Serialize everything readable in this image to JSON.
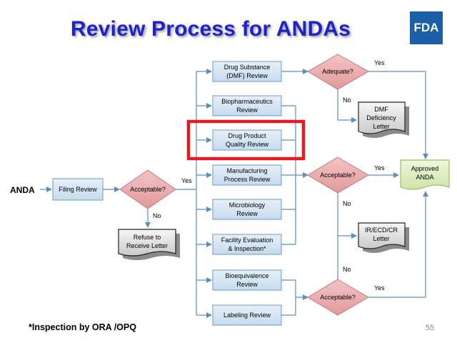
{
  "title": "Review Process for ANDAs",
  "logo": "FDA",
  "footnote": "*Inspection by ORA /OPQ",
  "page_number": "55",
  "start": "ANDA",
  "filing": "Filing Review",
  "decisions": {
    "filing": "Acceptable?",
    "dmf": "Adequate?",
    "main": "Acceptable?",
    "bio": "Acceptable?"
  },
  "reviews": {
    "dmf": [
      "Drug Substance",
      "(DMF) Review"
    ],
    "biopharm": [
      "Biopharmaceutics",
      "Review"
    ],
    "quality": [
      "Drug Product",
      "Quality Review"
    ],
    "manufacturing": [
      "Manufacturing",
      "Process Review"
    ],
    "micro": [
      "Microbiology",
      "Review"
    ],
    "facility": [
      "Facility Evaluation",
      "& Inspection*"
    ],
    "bioequiv": [
      "Bioequivalence",
      "Review"
    ],
    "labeling": "Labeling Review"
  },
  "documents": {
    "refuse": [
      "Refuse to",
      "Receive Letter"
    ],
    "dmf_deficiency": [
      "DMF",
      "Deficiency",
      "Letter"
    ],
    "ir_letter": [
      "IR/ECD/CR",
      "Letter"
    ]
  },
  "approved": [
    "Approved",
    "ANDA"
  ],
  "edges": {
    "yes": "Yes",
    "no": "No"
  },
  "colors": {
    "title": "#1f22c9",
    "review_fill": "#d6e6f4",
    "review_stroke": "#6b9bc8",
    "diamond_fill": "#ebb0b2",
    "diamond_stroke": "#c07a7c",
    "approved_fill": "#dcedbf",
    "approved_stroke": "#9cbd67",
    "highlight": "#e31b23",
    "connector": "#5b8fc4"
  }
}
